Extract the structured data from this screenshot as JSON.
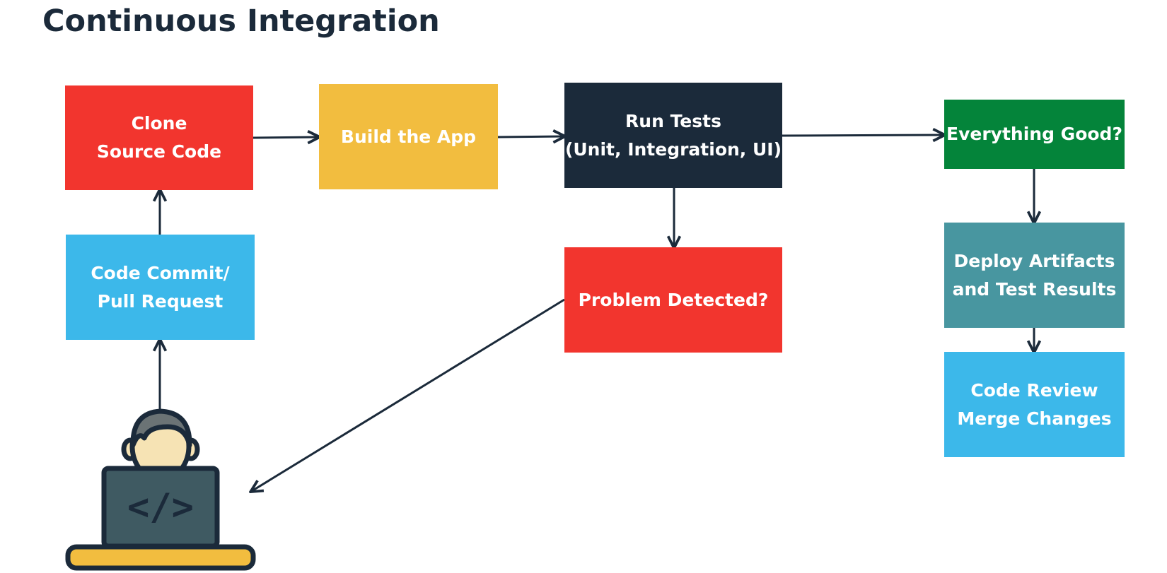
{
  "title": "Continuous Integration",
  "colors": {
    "clone": "#f2352e",
    "build": "#f2bd3f",
    "tests": "#1b2a3a",
    "good": "#04843a",
    "commit": "#3cb8ea",
    "problem": "#f2352e",
    "deploy": "#4896a0",
    "review": "#3cb8ea",
    "connector": "#1b2a3a"
  },
  "nodes": {
    "clone": {
      "lines": [
        "Clone",
        "Source Code"
      ]
    },
    "build": {
      "lines": [
        "Build the App"
      ]
    },
    "tests": {
      "lines": [
        "Run Tests",
        "(Unit, Integration, UI)"
      ]
    },
    "good": {
      "lines": [
        "Everything Good?"
      ]
    },
    "commit": {
      "lines": [
        "Code Commit/",
        "Pull Request"
      ]
    },
    "problem": {
      "lines": [
        "Problem Detected?"
      ]
    },
    "deploy": {
      "lines": [
        "Deploy Artifacts",
        "and Test Results"
      ]
    },
    "review": {
      "lines": [
        "Code Review",
        "Merge Changes"
      ]
    }
  },
  "developer": {
    "icon": "developer-laptop-icon",
    "glyph": "</>"
  }
}
